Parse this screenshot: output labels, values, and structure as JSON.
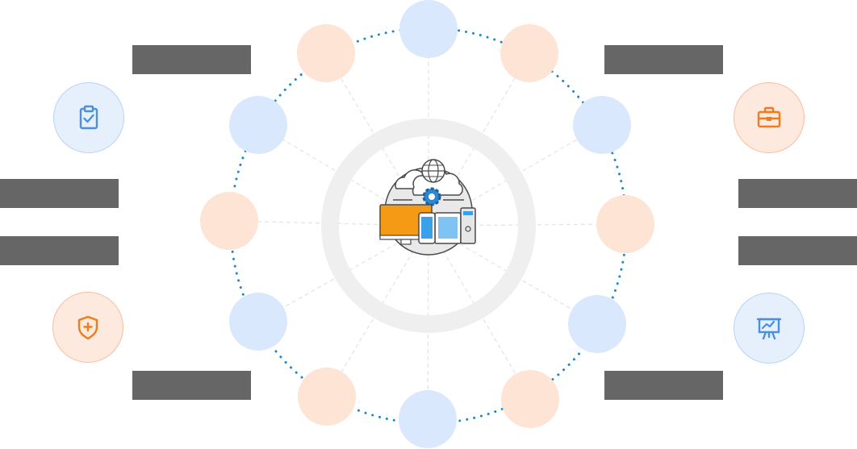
{
  "diagram": {
    "colors": {
      "node_blue": "#d9e8fc",
      "node_orange": "#fde4d5",
      "ring": "#eeeeee",
      "ring_dots": "#1e88c7",
      "spokes": "#e3e3e3",
      "label_bar": "#666666",
      "accent_orange": "#f07b1d",
      "accent_blue": "#4a90e2"
    },
    "ring_nodes": [
      {
        "id": "top",
        "color": "blue"
      },
      {
        "id": "top-right",
        "color": "orange"
      },
      {
        "id": "upper-right",
        "color": "blue"
      },
      {
        "id": "right",
        "color": "orange"
      },
      {
        "id": "lower-right",
        "color": "blue"
      },
      {
        "id": "bottom-right",
        "color": "orange"
      },
      {
        "id": "bottom",
        "color": "blue"
      },
      {
        "id": "bottom-left",
        "color": "orange"
      },
      {
        "id": "lower-left",
        "color": "blue"
      },
      {
        "id": "left",
        "color": "orange"
      },
      {
        "id": "upper-left",
        "color": "blue"
      },
      {
        "id": "top-left",
        "color": "orange"
      }
    ],
    "label_bars": [
      {
        "id": "label-top-left",
        "text": ""
      },
      {
        "id": "label-top-right",
        "text": ""
      },
      {
        "id": "label-mid-left-upper",
        "text": ""
      },
      {
        "id": "label-mid-left-lower",
        "text": ""
      },
      {
        "id": "label-mid-right-upper",
        "text": ""
      },
      {
        "id": "label-mid-right-lower",
        "text": ""
      },
      {
        "id": "label-bottom-left",
        "text": ""
      },
      {
        "id": "label-bottom-right",
        "text": ""
      }
    ],
    "feature_icons": [
      {
        "id": "clipboard-check-icon",
        "color": "blue"
      },
      {
        "id": "briefcase-icon",
        "color": "orange"
      },
      {
        "id": "shield-plus-icon",
        "color": "orange"
      },
      {
        "id": "presentation-board-icon",
        "color": "blue"
      }
    ],
    "center_icon": "cloud-devices-icon"
  }
}
